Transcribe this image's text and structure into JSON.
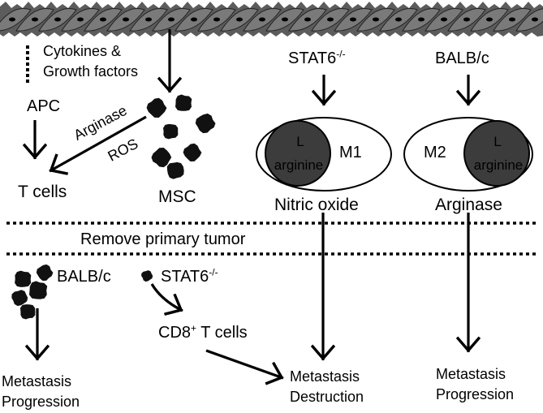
{
  "top": {
    "cytokines": "Cytokines &",
    "growth": "Growth factors"
  },
  "left": {
    "apc": "APC",
    "arginase": "Arginase",
    "ros": "ROS",
    "tcells": "T cells",
    "msc": "MSC"
  },
  "m1": {
    "header_main": "STAT6",
    "header_sup": "-/-",
    "cell_label": "M1",
    "nucleus_line1": "L",
    "nucleus_line2": "arginine",
    "product": "Nitric oxide"
  },
  "m2": {
    "header": "BALB/c",
    "cell_label": "M2",
    "nucleus_line1": "L",
    "nucleus_line2": "arginine",
    "product": "Arginase"
  },
  "divider": {
    "label": "Remove primary tumor"
  },
  "bottom": {
    "balbc": "BALB/c",
    "stat6_main": "STAT6",
    "stat6_sup": "-/-",
    "cd8_main": "CD8",
    "cd8_sup": "+",
    "cd8_rest": " T cells",
    "left_outcome_1": "Metastasis",
    "left_outcome_2": "Progression",
    "mid_outcome_1": "Metastasis",
    "mid_outcome_2": "Destruction",
    "right_outcome_1": "Metastasis",
    "right_outcome_2": "Progression"
  },
  "colors": {
    "ink": "#000000",
    "nucleus": "#3c3c3c",
    "tumor_band": "#5c5c5c"
  }
}
